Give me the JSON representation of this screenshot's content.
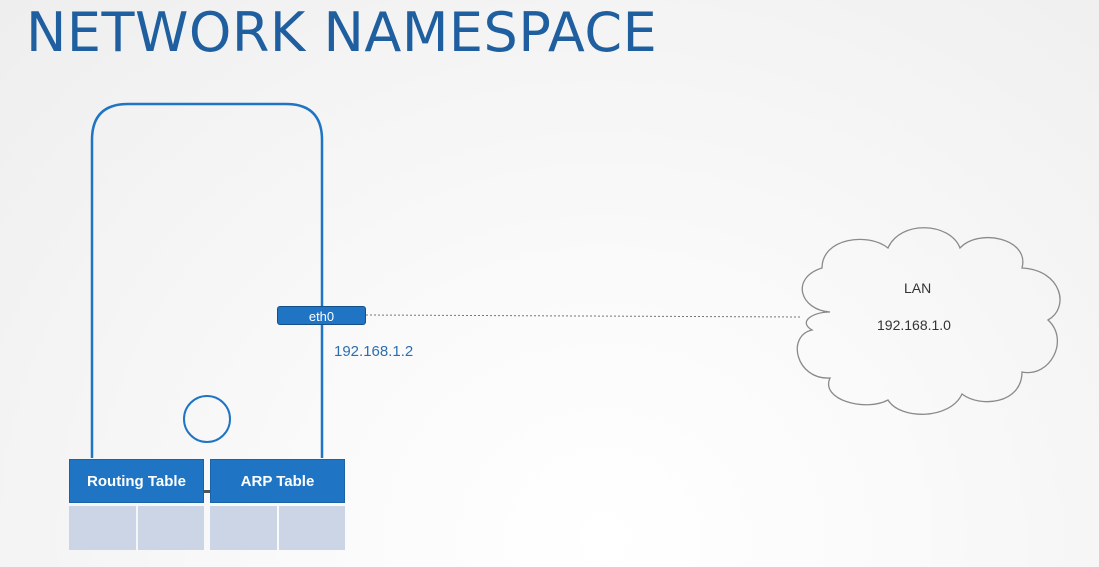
{
  "title": "NETWORK NAMESPACE",
  "namespace": {
    "interface": {
      "label": "eth0",
      "ip": "192.168.1.2"
    }
  },
  "lan": {
    "label": "LAN",
    "ip": "192.168.1.0"
  },
  "tables": [
    {
      "label": "Routing Table"
    },
    {
      "label": "ARP Table"
    }
  ],
  "colors": {
    "title": "#1f5fa0",
    "accent": "#1f74c4",
    "cell": "#ccd5e6",
    "cloud_stroke": "#8a8a8a"
  }
}
